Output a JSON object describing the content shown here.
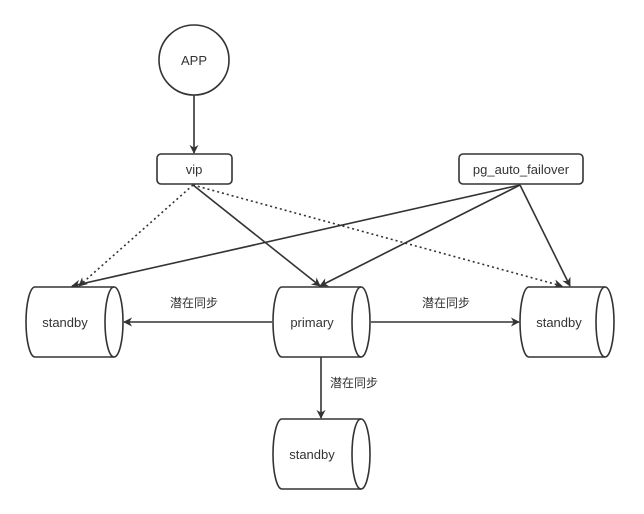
{
  "nodes": {
    "app": {
      "label": "APP"
    },
    "vip": {
      "label": "vip"
    },
    "pg_auto_failover": {
      "label": "pg_auto_failover"
    },
    "standby_left": {
      "label": "standby"
    },
    "primary": {
      "label": "primary"
    },
    "standby_right": {
      "label": "standby"
    },
    "standby_bottom": {
      "label": "standby"
    }
  },
  "edges": [
    {
      "id": "app-vip",
      "from": "app",
      "to": "vip",
      "style": "solid"
    },
    {
      "id": "vip-standby-left",
      "from": "vip",
      "to": "standby_left",
      "style": "dotted"
    },
    {
      "id": "vip-primary",
      "from": "vip",
      "to": "primary",
      "style": "solid"
    },
    {
      "id": "vip-standby-right",
      "from": "vip",
      "to": "standby_right",
      "style": "dotted"
    },
    {
      "id": "pgaf-standby-left",
      "from": "pg_auto_failover",
      "to": "standby_left",
      "style": "solid"
    },
    {
      "id": "pgaf-primary",
      "from": "pg_auto_failover",
      "to": "primary",
      "style": "solid"
    },
    {
      "id": "pgaf-standby-right",
      "from": "pg_auto_failover",
      "to": "standby_right",
      "style": "solid"
    },
    {
      "id": "primary-standby-left",
      "from": "primary",
      "to": "standby_left",
      "style": "solid",
      "label": "潜在同步"
    },
    {
      "id": "primary-standby-right",
      "from": "primary",
      "to": "standby_right",
      "style": "solid",
      "label": "潜在同步"
    },
    {
      "id": "primary-standby-bottom",
      "from": "primary",
      "to": "standby_bottom",
      "style": "solid",
      "label": "潜在同步"
    }
  ],
  "colors": {
    "stroke": "#333333",
    "fill": "#ffffff",
    "text": "#333333"
  }
}
